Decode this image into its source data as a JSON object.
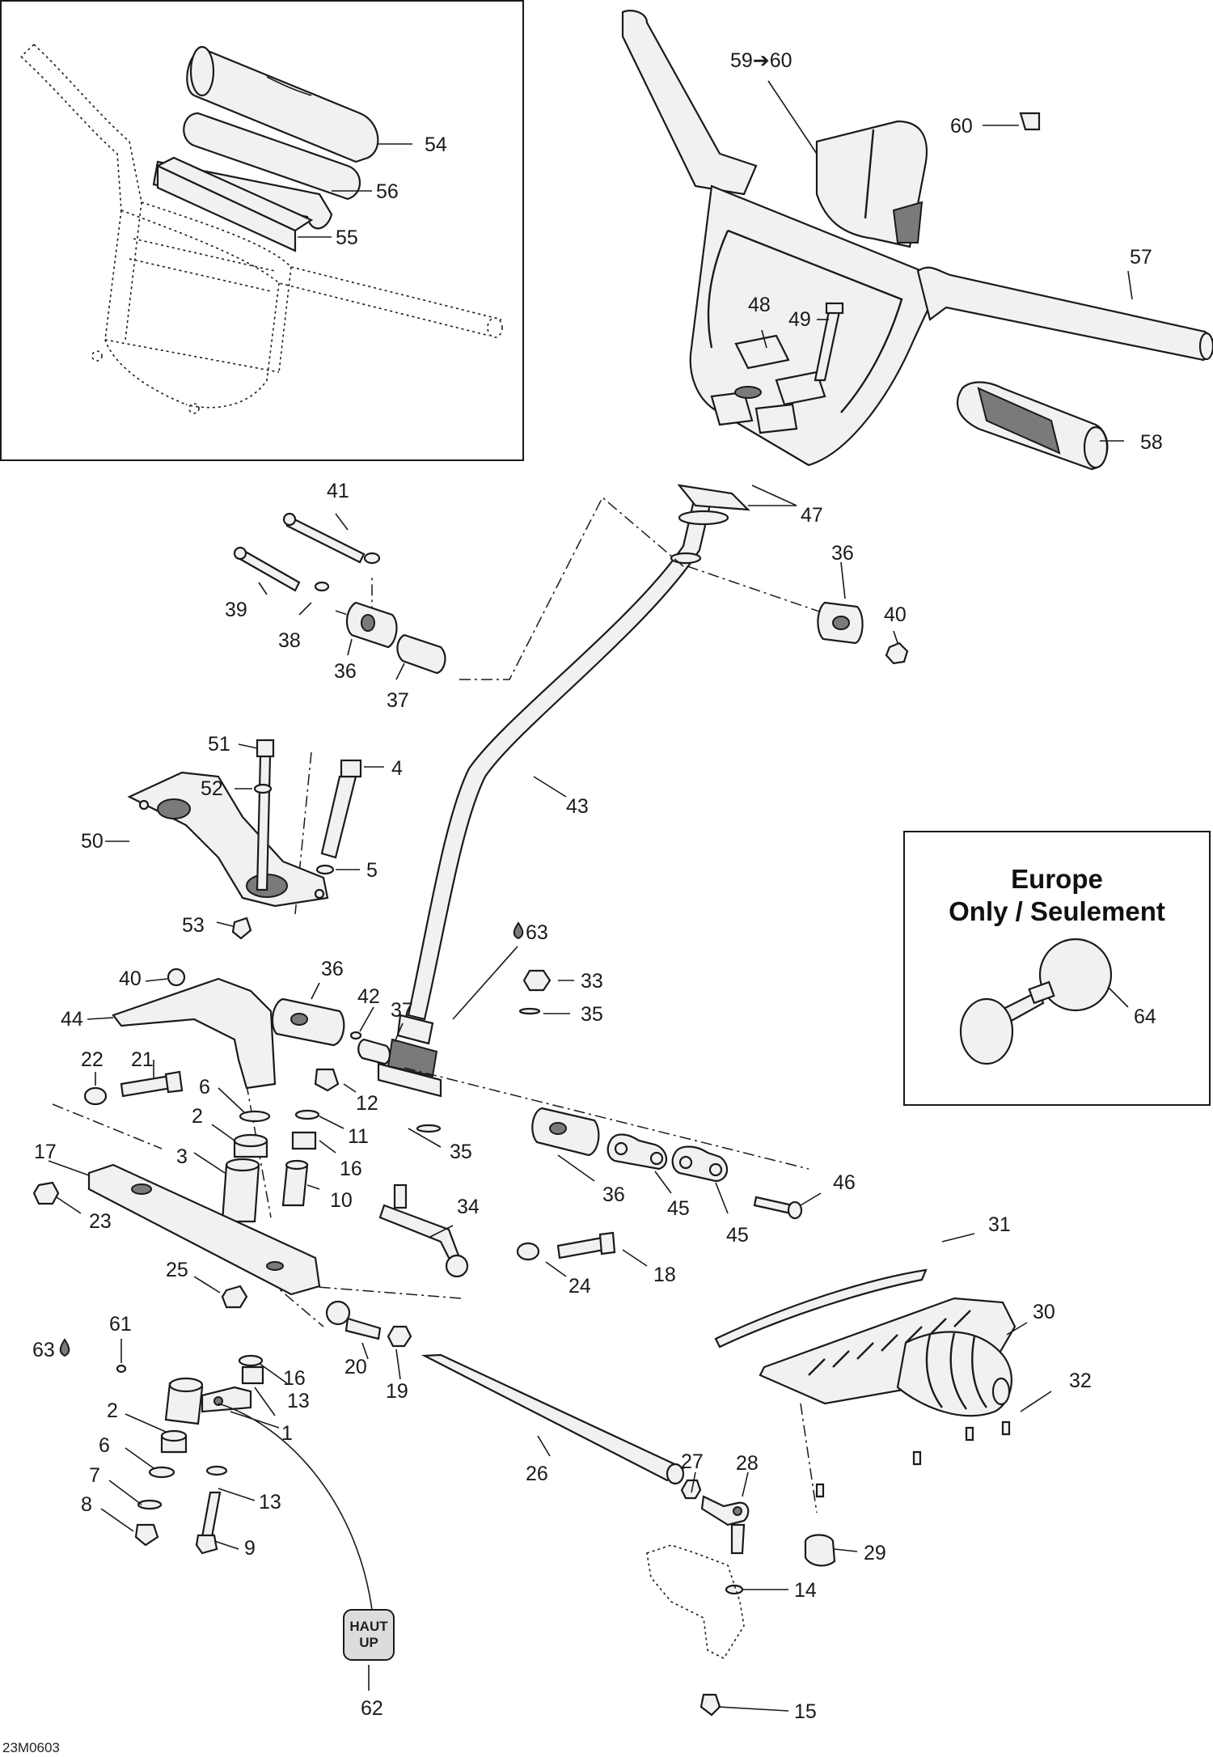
{
  "diagram": {
    "drawing_code": "23M0603",
    "inset_note": {
      "line1": "Europe",
      "line2": "Only / Seulement"
    },
    "haut_up_sticker": {
      "line1": "HAUT",
      "line2": "UP"
    },
    "callouts": {
      "c54": "54",
      "c56": "56",
      "c55": "55",
      "c5960": "59➔60",
      "c60": "60",
      "c57": "57",
      "c48": "48",
      "c49": "49",
      "c58": "58",
      "c47": "47",
      "c41": "41",
      "c39": "39",
      "c38": "38",
      "c36a": "36",
      "c37a": "37",
      "c36b": "36",
      "c40a": "40",
      "c43": "43",
      "c51": "51",
      "c4": "4",
      "c52": "52",
      "c50": "50",
      "c5": "5",
      "c53": "53",
      "c63a": "63",
      "c40b": "40",
      "c36c": "36",
      "c42": "42",
      "c37b": "37",
      "c33": "33",
      "c35a": "35",
      "c44": "44",
      "c22": "22",
      "c21": "21",
      "c6a": "6",
      "c12": "12",
      "c2a": "2",
      "c11": "11",
      "c17": "17",
      "c3": "3",
      "c16a": "16",
      "c35b": "35",
      "c23": "23",
      "c10": "10",
      "c36d": "36",
      "c45a": "45",
      "c46": "46",
      "c34": "34",
      "c45b": "45",
      "c31": "31",
      "c25": "25",
      "c24": "24",
      "c18": "18",
      "c30": "30",
      "c63b": "63",
      "c61": "61",
      "c16b": "16",
      "c20": "20",
      "c13a": "13",
      "c19": "19",
      "c32": "32",
      "c1": "1",
      "c2b": "2",
      "c6b": "6",
      "c13b": "13",
      "c7": "7",
      "c8": "8",
      "c9": "9",
      "c26": "26",
      "c27": "27",
      "c28": "28",
      "c29": "29",
      "c14": "14",
      "c62": "62",
      "c15": "15",
      "c64": "64"
    }
  }
}
